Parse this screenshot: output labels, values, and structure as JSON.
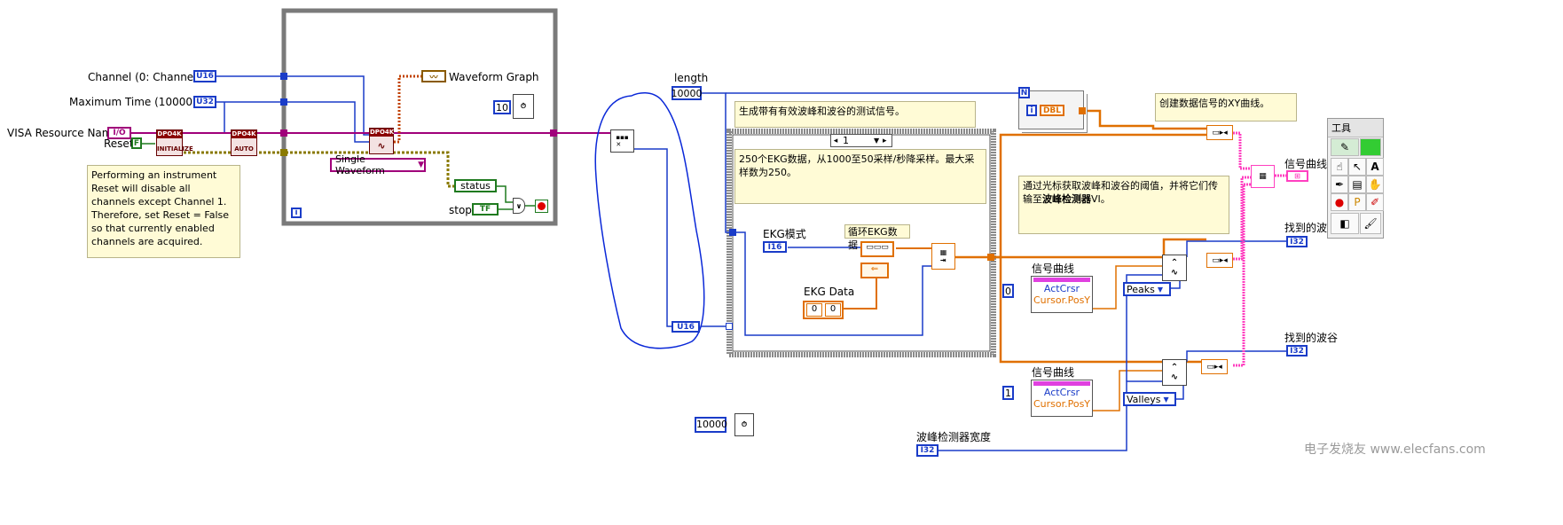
{
  "controls": {
    "channel_label": "Channel (0: Channel 1)",
    "channel_type": "U16",
    "max_time_label": "Maximum Time (10000ms)",
    "max_time_type": "U32",
    "visa_label": "VISA Resource Name",
    "visa_type": "I/O",
    "reset_label": "Reset",
    "reset_value": "F",
    "waveform_graph_label": "Waveform Graph",
    "wait_value": "10",
    "acq_mode": "Single Waveform",
    "status_label": "status",
    "stop_label": "stop",
    "stop_type": "TF",
    "loop_index": "i"
  },
  "reset_note": "Performing an instrument Reset will disable all channels except Channel 1. Therefore, set Reset = False so that currently enabled channels are acquired.",
  "daq_blocks": {
    "header": "DPO4K",
    "init_label": "INITIALIZE",
    "auto_label": "AUTO"
  },
  "center": {
    "u16_label": "U16",
    "length_label": "length",
    "length_value": "10000",
    "wait_ms_value": "10000"
  },
  "notes": {
    "gen_signal": "生成带有有效波峰和波谷的测试信号。",
    "ekg_desc": "250个EKG数据，从1000至50采样/秒降采样。最大采样数为250。",
    "xy_curve": "创建数据信号的XY曲线。",
    "cursor_note_1": "通过光标获取波峰和波谷的阈值，并将它们传输至",
    "cursor_note_bold": "波峰检测器",
    "cursor_note_2": "VI。"
  },
  "case": {
    "selector_value": "1",
    "ekg_mode_label": "EKG模式",
    "ekg_mode_type": "I16",
    "loop_ekg_label": "循环EKG数据",
    "ekg_data_label": "EKG Data",
    "ekg_data_index": "0",
    "ekg_data_value": "0"
  },
  "array": {
    "n_label": "N",
    "i_label": "i",
    "dbl_type": "DBL"
  },
  "cursor_nodes": [
    {
      "index": "0",
      "title": "信号曲线",
      "prop1": "ActCrsr",
      "prop2": "Cursor.PosY"
    },
    {
      "index": "1",
      "title": "信号曲线",
      "prop1": "ActCrsr",
      "prop2": "Cursor.PosY"
    }
  ],
  "peak_select": "Peaks",
  "valley_select": "Valleys",
  "outputs": {
    "signal_curve": "信号曲线",
    "found_peaks": "找到的波峰",
    "found_valleys": "找到的波谷",
    "i32_type": "I32",
    "width_label": "波峰检测器宽度",
    "width_type": "I32"
  },
  "palette": {
    "title": "工具"
  },
  "watermark": "电子发烧友 www.elecfans.com",
  "colors": {
    "wire_blue": "#1a3cc8",
    "wire_orange": "#e07000",
    "wire_purple": "#c000c0",
    "wire_pink": "#ff40c0",
    "wire_green": "#1f7a1f",
    "loop_gray": "#808080",
    "note_bg": "#fffbd6"
  }
}
